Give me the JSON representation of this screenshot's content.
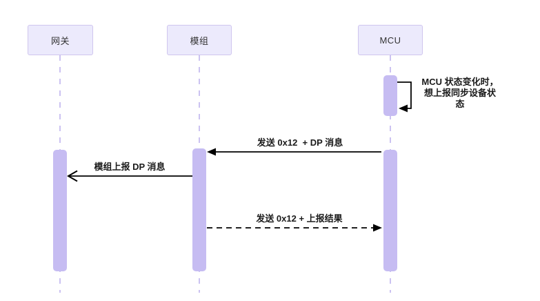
{
  "diagram": {
    "type": "sequence",
    "participants": [
      {
        "label": "网关"
      },
      {
        "label": "模组"
      },
      {
        "label": "MCU"
      }
    ],
    "messages": [
      {
        "from": "MCU",
        "to": "MCU",
        "kind": "self-loop-note",
        "line_style": "solid",
        "arrowhead": "filled",
        "label": "MCU 状态变化时，\n想上报同步设备状态"
      },
      {
        "from": "MCU",
        "to": "模组",
        "kind": "message",
        "line_style": "solid",
        "arrowhead": "filled",
        "label": "发送 0x12  + DP 消息"
      },
      {
        "from": "模组",
        "to": "网关",
        "kind": "message",
        "line_style": "solid",
        "arrowhead": "open",
        "label": "模组上报 DP 消息"
      },
      {
        "from": "模组",
        "to": "MCU",
        "kind": "message",
        "line_style": "dashed",
        "arrowhead": "filled",
        "label": "发送 0x12 + 上报结果"
      }
    ],
    "colors": {
      "background": "#FFFFFF",
      "participant_fill": "#ECEAFC",
      "participant_border": "#CFC5EE",
      "activation_fill": "#C6BCF2",
      "lifeline": "#CBC2F1",
      "arrow": "#000000",
      "text": "#1A1A1A"
    }
  }
}
